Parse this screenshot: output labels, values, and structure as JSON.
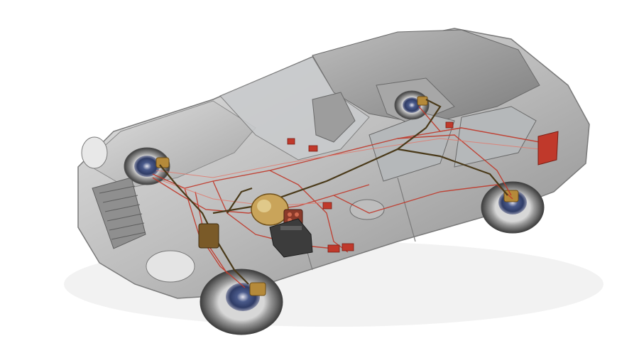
{
  "scene": {
    "subject": "sedan-cutaway-brake-system",
    "colors": {
      "background": "#ffffff",
      "body_light": "#d9d9d9",
      "body_mid": "#a9a9a9",
      "body_dark": "#6e6e6e",
      "glass": "#bfc2c4",
      "tire": "#4a4a4a",
      "rim": "#c8c8c8",
      "disc": "#3a4a7a",
      "brake_line": "#c0392b",
      "brake_line_light": "#e07a6e",
      "hydraulic_line": "#4a3a1a",
      "caliper": "#b58a3a",
      "ecu": "#c0392b"
    },
    "components": [
      "front-left-brake-disc",
      "front-right-brake-disc",
      "rear-left-brake-disc",
      "rear-right-brake-disc",
      "brake-booster",
      "abs-hydraulic-unit",
      "battery",
      "brake-control-module",
      "brake-wiring-harness",
      "hydraulic-brake-lines"
    ]
  }
}
